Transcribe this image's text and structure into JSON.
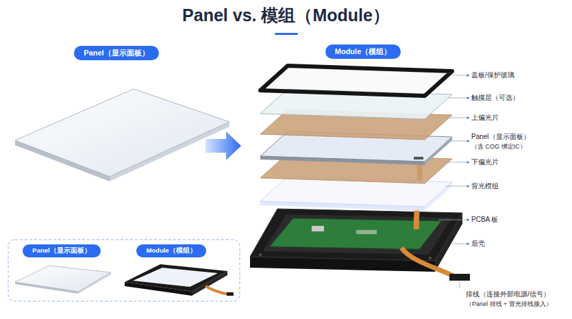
{
  "diagram": {
    "title": "Panel vs. 模组（Module）",
    "nodes": [
      {
        "text": [
          "Panel（显示面板）"
        ]
      },
      {
        "text": [
          "Module（模组）"
        ]
      },
      {
        "text": [
          "Panel（显示面板）"
        ]
      },
      {
        "text": [
          "Module（模组）"
        ]
      }
    ],
    "labels": [
      "盖板/保护玻璃",
      "触摸层（可选）",
      "上偏光片",
      "Panel（显示面板）",
      "（含 COG 绑定IC）",
      "下偏光片",
      "背光模组",
      "PCBA 板",
      "后壳",
      "排线（连接外部电源/信号）",
      "（Panel 排线 + 背光排线接入）"
    ]
  }
}
